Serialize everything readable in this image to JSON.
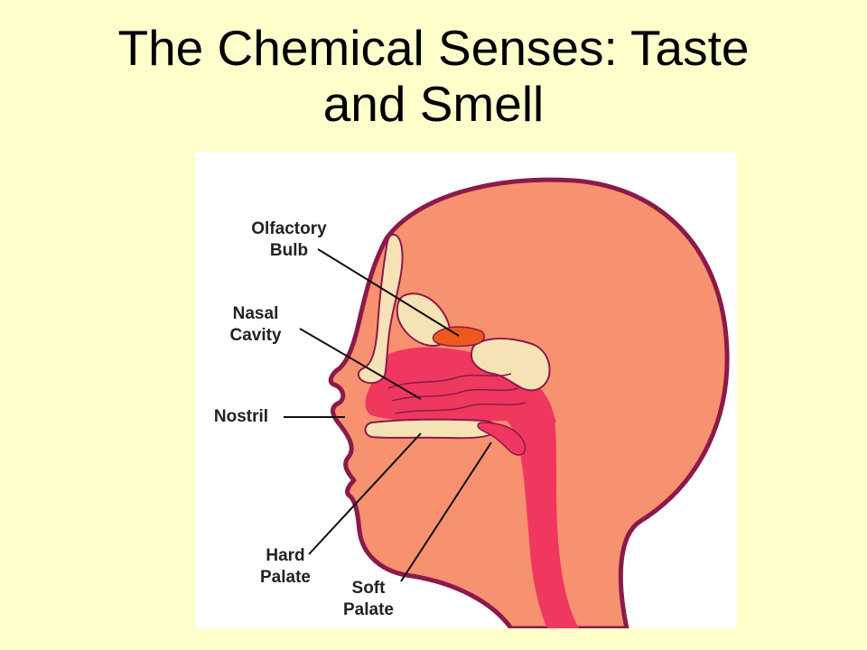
{
  "slide": {
    "title_line1": "The Chemical Senses: Taste",
    "title_line2": "and Smell"
  },
  "diagram": {
    "labels": {
      "olfactory_bulb": [
        "Olfactory",
        "Bulb"
      ],
      "nasal_cavity": [
        "Nasal",
        "Cavity"
      ],
      "nostril": [
        "Nostril"
      ],
      "hard_palate": [
        "Hard",
        "Palate"
      ],
      "soft_palate": [
        "Soft",
        "Palate"
      ]
    },
    "colors": {
      "skin": "#f79170",
      "outline": "#8b1a4a",
      "cavity": "#f0375f",
      "bone": "#f5e3b5",
      "olfactory": "#f0571c",
      "background": "#ffffcc"
    }
  }
}
